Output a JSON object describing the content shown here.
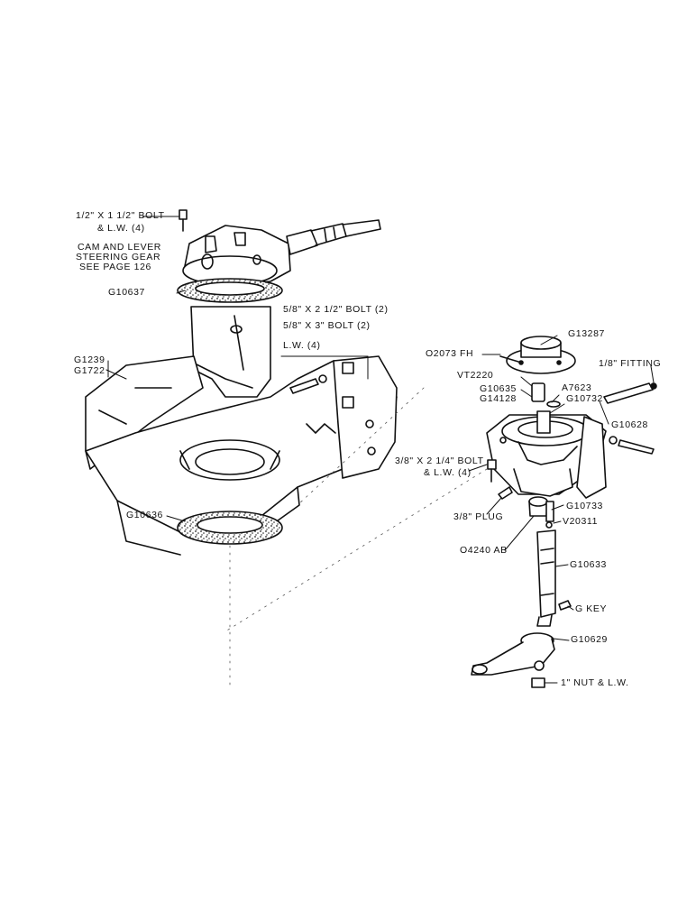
{
  "labels": {
    "bolt_half_1_half": "1/2\" X 1 1/2\" BOLT",
    "blw_4_top": "& L.W. (4)",
    "cam_line1": "CAM AND LEVER",
    "cam_line2": "STEERING GEAR",
    "cam_line3": "SEE  PAGE 126",
    "g10637": "G10637",
    "bolt_2_half": "5/8\" X 2 1/2\" BOLT (2)",
    "bolt_3": "5/8\" X 3\" BOLT (2)",
    "lw_4": "L.W. (4)",
    "g1239": "G1239",
    "g1722": "G1722",
    "g10636": "G10636",
    "o2073fh": "O2073 FH",
    "g13287": "G13287",
    "fitting": "1/8\" FITTING",
    "vt2220": "VT2220",
    "g10635": "G10635",
    "g14128": "G14128",
    "a7623": "A7623",
    "g10732": "G10732",
    "g10628": "G10628",
    "bolt_2_quarter": "3/8\" X 2 1/4\" BOLT",
    "blw_4_mid": "& L.W. (4)",
    "plug": "3/8\" PLUG",
    "g10733": "G10733",
    "v20311": "V20311",
    "o4240ab": "O4240 AB",
    "g10633": "G10633",
    "g_key": "G KEY",
    "g10629": "G10629",
    "nut_blw": "1\" NUT & L.W."
  }
}
